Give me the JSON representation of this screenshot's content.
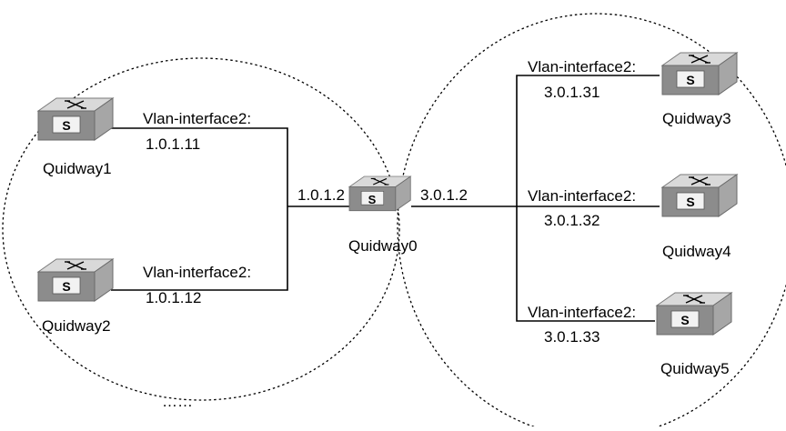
{
  "diagram": {
    "central_switch": {
      "label": "Quidway0",
      "left_ip": "1.0.1.2",
      "right_ip": "3.0.1.2"
    },
    "left_group": {
      "switches": [
        {
          "label": "Quidway1",
          "interface": "Vlan-interface2:",
          "ip": "1.0.1.11"
        },
        {
          "label": "Quidway2",
          "interface": "Vlan-interface2:",
          "ip": "1.0.1.12"
        }
      ],
      "ellipsis": "……"
    },
    "right_group": {
      "switches": [
        {
          "label": "Quidway3",
          "interface": "Vlan-interface2:",
          "ip": "3.0.1.31"
        },
        {
          "label": "Quidway4",
          "interface": "Vlan-interface2:",
          "ip": "3.0.1.32"
        },
        {
          "label": "Quidway5",
          "interface": "Vlan-interface2:",
          "ip": "3.0.1.33"
        }
      ]
    },
    "switch_face_letter": "S",
    "icon": "switch-icon",
    "colors": {
      "switch_top": "#d9d9d9",
      "switch_front": "#8c8c8c",
      "switch_side": "#6e6e6e",
      "line": "#000000"
    }
  }
}
